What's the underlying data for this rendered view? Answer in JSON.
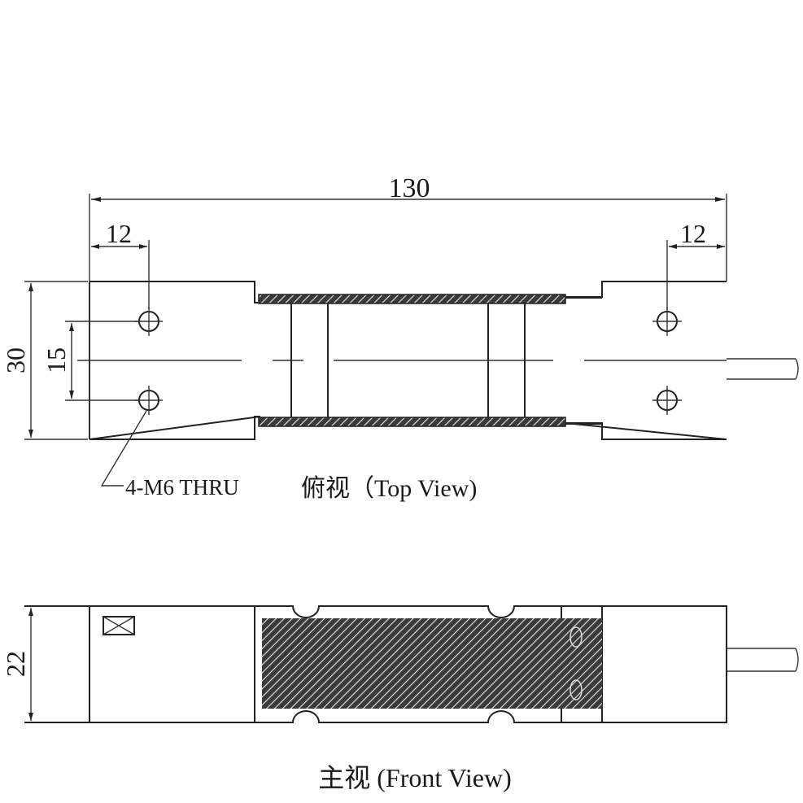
{
  "dimensions": {
    "overall_length": "130",
    "left_hole_offset": "12",
    "right_hole_offset": "12",
    "width": "30",
    "hole_spacing": "15",
    "height": "22"
  },
  "callouts": {
    "holes": "4-M6 THRU"
  },
  "captions": {
    "top_view": "俯视（Top View)",
    "front_view": "主视 (Front View)"
  },
  "colors": {
    "line": "#222222",
    "hatch": "#333333"
  }
}
